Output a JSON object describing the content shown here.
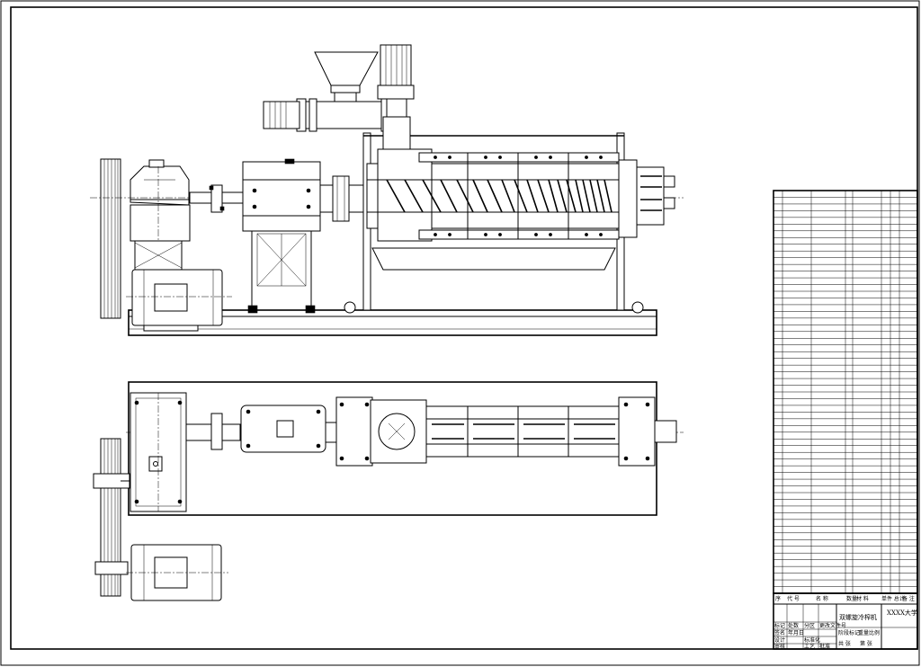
{
  "drawing": {
    "title_block": {
      "drawing_name": "双螺旋冷榨机",
      "school": "XXXX大学",
      "header_cells": [
        "序",
        "代 号",
        "名 称",
        "数量",
        "材 料",
        "单件 总计",
        "备 注"
      ],
      "small_cells": [
        "标记",
        "处数",
        "分区",
        "更改文件号",
        "签名",
        "年月日",
        "设计",
        "标准化",
        "审核",
        "工艺",
        "批准",
        "阶段标记",
        "重量",
        "比例",
        "共 张",
        "第 张"
      ]
    },
    "parts_list_rows": 60
  },
  "colors": {
    "line": "#000000",
    "paper": "#ffffff"
  }
}
